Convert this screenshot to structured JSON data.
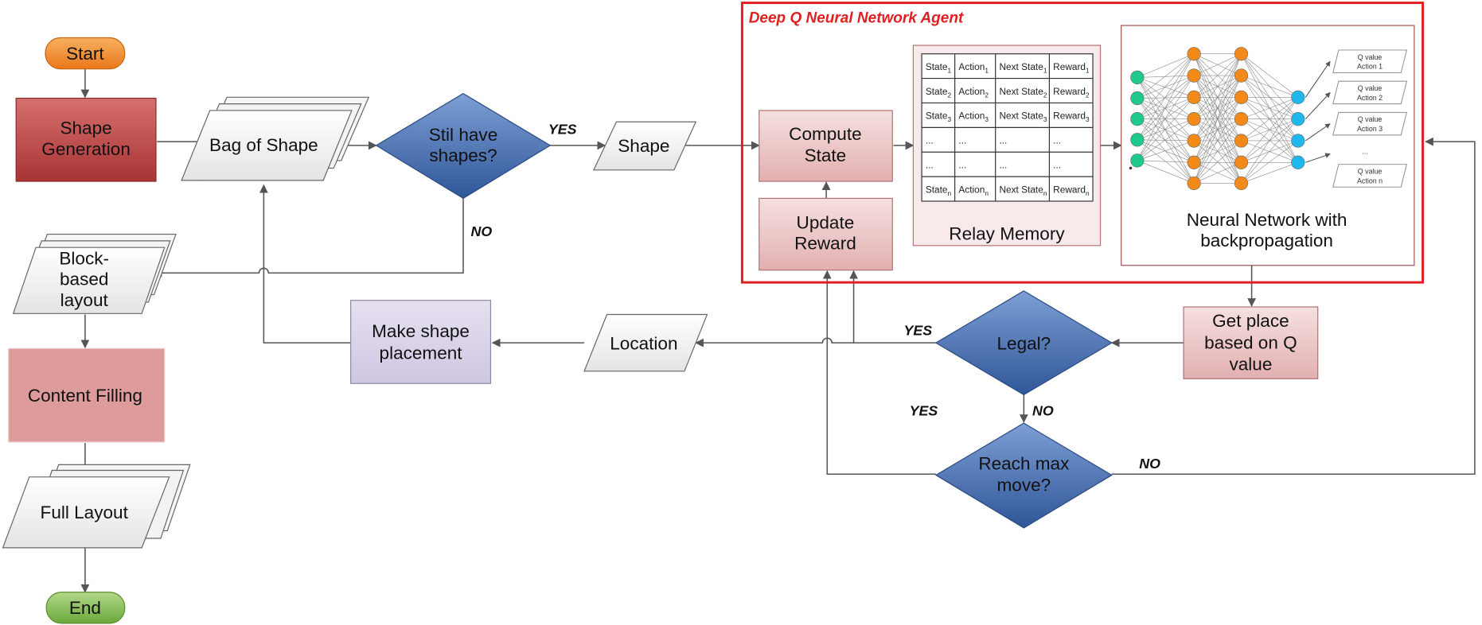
{
  "colors": {
    "terminal_start": "#f08a2a",
    "terminal_end": "#7ab648",
    "process_red": "#b84544",
    "process_pink": "#e2b0b0",
    "decision_blue": "#5a7fbe",
    "process_lavender": "#d6d0e6",
    "agent_border": "#e02020",
    "connector": "#555555",
    "input_node": "#1ec98c",
    "hidden_node": "#f28a1a",
    "output_node": "#1eb8ec"
  },
  "nodes": {
    "start": "Start",
    "shape_generation_line1": "Shape",
    "shape_generation_line2": "Generation",
    "bag_of_shape": "Bag of Shape",
    "still_have_shapes_line1": "Stil have",
    "still_have_shapes_line2": "shapes?",
    "shape": "Shape",
    "block_layout_line1": "Block-",
    "block_layout_line2": "based",
    "block_layout_line3": "layout",
    "content_filling": "Content Filling",
    "full_layout": "Full Layout",
    "end": "End",
    "make_placement_line1": "Make shape",
    "make_placement_line2": "placement",
    "location": "Location",
    "legal": "Legal?",
    "reach_max_line1": "Reach max",
    "reach_max_line2": "move?",
    "get_place_line1": "Get place",
    "get_place_line2": "based on Q",
    "get_place_line3": "value"
  },
  "agent": {
    "title": "Deep Q Neural Network Agent",
    "compute_state_line1": "Compute",
    "compute_state_line2": "State",
    "update_reward_line1": "Update",
    "update_reward_line2": "Reward",
    "relay_memory": "Relay Memory",
    "nn_line1": "Neural Network with",
    "nn_line2": "backpropagation"
  },
  "memory_table": {
    "rows": [
      [
        "State",
        "1",
        "Action",
        "1",
        "Next State",
        "1",
        "Reward",
        "1"
      ],
      [
        "State",
        "2",
        "Action",
        "2",
        "Next State",
        "2",
        "Reward",
        "2"
      ],
      [
        "State",
        "3",
        "Action",
        "3",
        "Next State",
        "3",
        "Reward",
        "3"
      ],
      [
        "...",
        "",
        "...",
        "",
        "...",
        "",
        "...",
        ""
      ],
      [
        "...",
        "",
        "...",
        "",
        "...",
        "",
        "...",
        ""
      ],
      [
        "State",
        "n",
        "Action",
        "n",
        "Next State",
        "n",
        "Reward",
        "n"
      ]
    ]
  },
  "q_outputs": [
    [
      "Q value",
      "Action 1"
    ],
    [
      "Q value",
      "Action 2"
    ],
    [
      "Q value",
      "Action 3"
    ],
    [
      "...",
      ""
    ],
    [
      "Q value",
      "Action n"
    ]
  ],
  "edge_labels": {
    "yes_shapes": "YES",
    "no_shapes": "NO",
    "yes_legal": "YES",
    "no_legal": "NO",
    "yes_max": "YES",
    "no_max": "NO"
  }
}
